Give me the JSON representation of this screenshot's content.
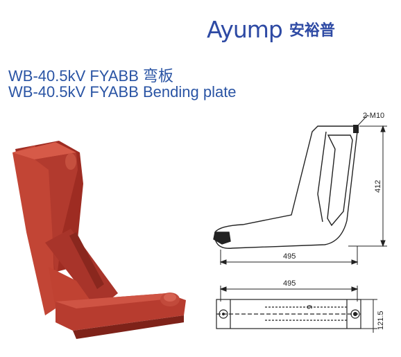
{
  "brand": {
    "name_latin": "Ayump",
    "name_cjk": "安裕普"
  },
  "title_cn": "WB-40.5kV FYABB 弯板",
  "title_en": "WB-40.5kV FYABB Bending plate",
  "drawing": {
    "bolt_note": "2-M10",
    "height_dim": "412",
    "side_width_dim": "495",
    "top_width_dim": "495",
    "inner_dim": "9",
    "right_dim": "121.5"
  },
  "colors": {
    "brand": "#2e4aa4",
    "title": "#2a54a4",
    "product": "#b23a2e"
  }
}
